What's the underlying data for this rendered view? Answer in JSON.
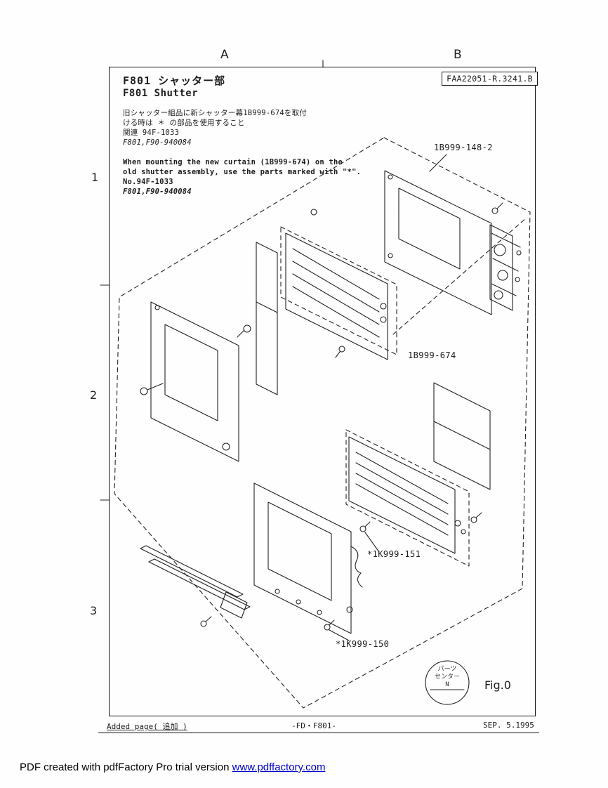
{
  "grid": {
    "a": "A",
    "b": "B",
    "r1": "1",
    "r2": "2",
    "r3": "3"
  },
  "header": {
    "doc_number": "FAA22051-R.3241.B",
    "title_jp": "F801 シャッター部",
    "title_en": "F801 Shutter"
  },
  "note_jp": {
    "l1": "旧シャッター組品に新シャッター幕1B999-674を取付",
    "l2": "ける時は ＊ の部品を使用すること",
    "l3": "関連 94F-1033",
    "l4": "F801,F90-940084"
  },
  "note_en": {
    "l1": "When mounting the new curtain (1B999-674) on the",
    "l2": "old shutter assembly, use the parts marked with \"*\".",
    "l3": "No.94F-1033",
    "l4": "F801,F90-940084"
  },
  "parts": {
    "p1": "1B999-148-2",
    "p2": "1B999-674",
    "p3": "*1K999-151",
    "p4": "*1K999-150"
  },
  "stamp": {
    "l1": "パーツ",
    "l2": "センター",
    "l3": "N"
  },
  "fig_label": "Fig.0",
  "footer": {
    "added": "Added page( 追加 )",
    "center": "-FD・F801-",
    "date": "SEP. 5.1995"
  },
  "pdf_note": {
    "prefix": "PDF created with pdfFactory Pro trial version ",
    "link": "www.pdffactory.com"
  },
  "colors": {
    "ink": "#1c1c1c",
    "link": "#0000cc"
  }
}
